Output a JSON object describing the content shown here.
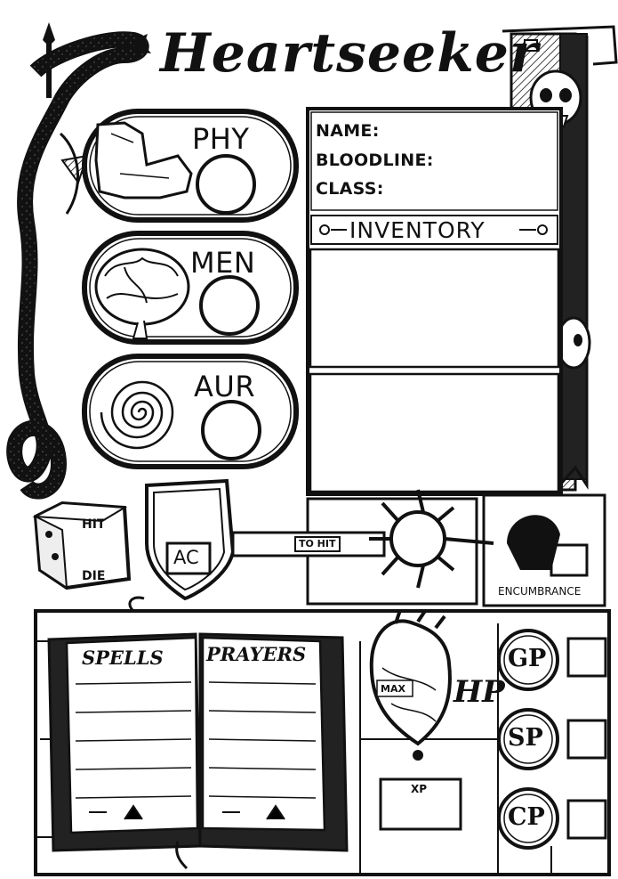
{
  "title": "Heartseeker",
  "attributes": [
    {
      "label": "PHY",
      "icon": "muscle-arm-icon"
    },
    {
      "label": "MEN",
      "icon": "brain-icon"
    },
    {
      "label": "AUR",
      "icon": "spiral-icon"
    }
  ],
  "character": {
    "name_label": "NAME:",
    "bloodline_label": "BLOODLINE:",
    "class_label": "CLASS:"
  },
  "inventory": {
    "label": "INVENTORY"
  },
  "combat": {
    "hit_die_top": "HIT",
    "hit_die_bottom": "DIE",
    "ac_label": "AC",
    "to_hit_label": "TO HIT",
    "encumbrance_label": "ENCUMBRANCE"
  },
  "book": {
    "left_label": "SPELLS",
    "right_label": "PRAYERS"
  },
  "health": {
    "max_label": "MAX",
    "hp_label": "HP",
    "xp_label": "XP"
  },
  "coins": [
    {
      "label": "GP"
    },
    {
      "label": "SP"
    },
    {
      "label": "CP"
    }
  ],
  "colors": {
    "ink": "#111111",
    "paper": "#ffffff",
    "stone": "#f3f3f3"
  }
}
